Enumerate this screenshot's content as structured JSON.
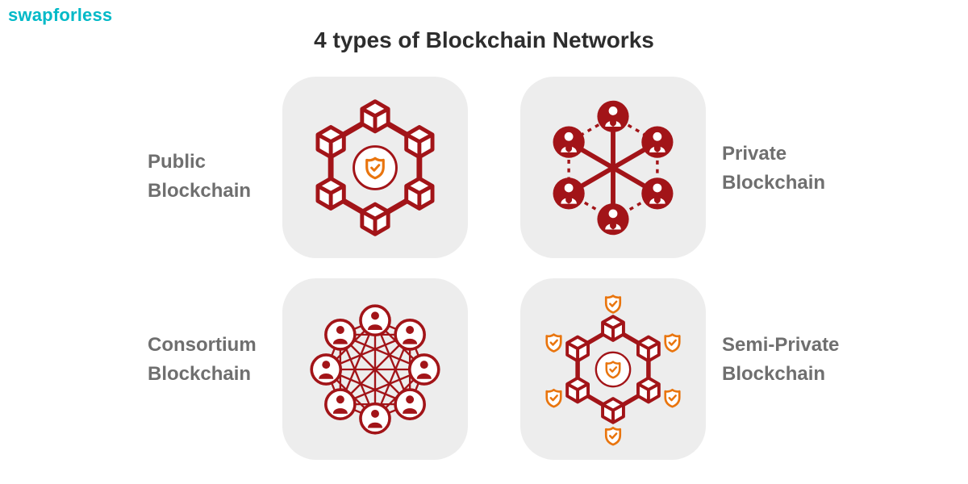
{
  "logo": "swapforless",
  "title": "4 types of Blockchain Networks",
  "cards": {
    "public": {
      "line1": "Public",
      "line2": "Blockchain"
    },
    "private": {
      "line1": "Private",
      "line2": "Blockchain"
    },
    "consortium": {
      "line1": "Consortium",
      "line2": "Blockchain"
    },
    "semi_private": {
      "line1": "Semi-Private",
      "line2": "Blockchain"
    }
  },
  "icons": {
    "public": "network-of-cubes-with-shield-icon",
    "private": "star-network-of-user-nodes-icon",
    "consortium": "full-mesh-network-of-user-nodes-icon",
    "semi_private": "network-of-cubes-with-outer-shields-icon"
  },
  "colors": {
    "accent_red": "#A21418",
    "accent_orange": "#E9750E",
    "logo_teal": "#00B9C7",
    "label_gray": "#6F6F6F",
    "title_dark": "#2D2D2D",
    "card_bg": "#EDEDED",
    "page_bg": "#FFFFFF"
  }
}
